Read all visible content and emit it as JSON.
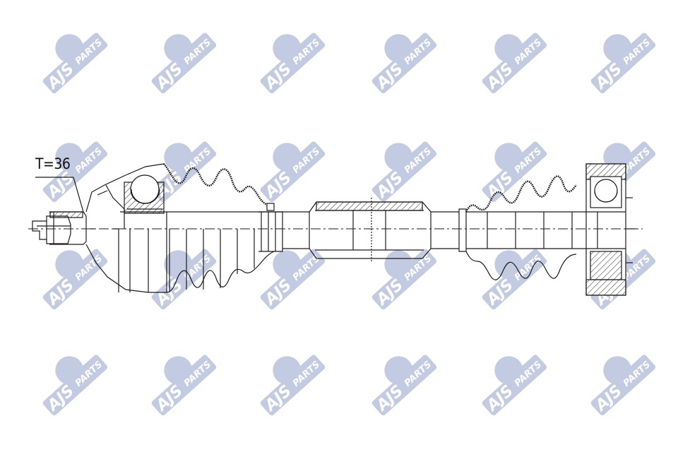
{
  "diagram": {
    "callout": {
      "label": "T=36"
    },
    "watermark": {
      "brand": "AJS",
      "suffix": "PARTS",
      "color": "#b8c2dd",
      "rows": 4,
      "cols": 6
    },
    "colors": {
      "line": "#1a1a1a",
      "hatch": "#333333",
      "background": "#ffffff"
    }
  }
}
